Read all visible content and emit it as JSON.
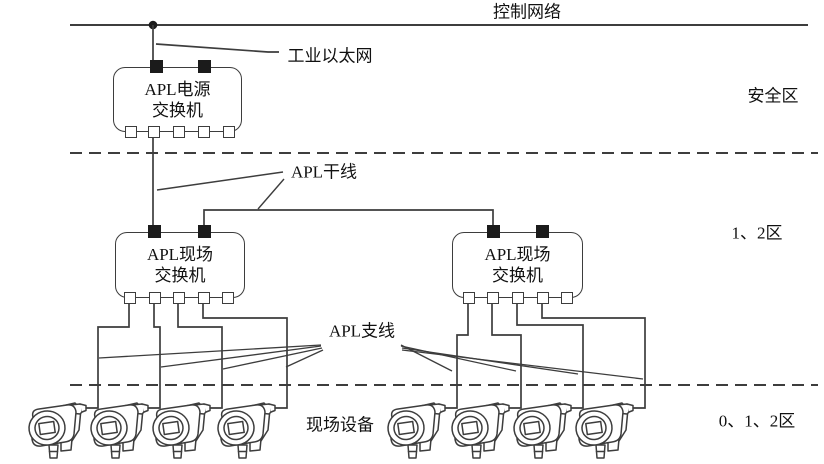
{
  "labels": {
    "control_network": "控制网络",
    "industrial_ethernet": "工业以太网",
    "apl_trunk": "APL干线",
    "apl_spur": "APL支线",
    "field_devices": "现场设备"
  },
  "zones": {
    "safety": "安全区",
    "zone_1_2": "1、2区",
    "zone_0_1_2": "0、1、2区"
  },
  "switches": {
    "power": {
      "name_line1": "APL电源",
      "name_line2": "交换机"
    },
    "field_left": {
      "name_line1": "APL现场",
      "name_line2": "交换机"
    },
    "field_right": {
      "name_line1": "APL现场",
      "name_line2": "交换机"
    }
  },
  "devices": {
    "count": 8,
    "icon": "pressure-transmitter-icon"
  },
  "colors": {
    "line": "#3d3d3d",
    "text": "#111111",
    "background": "#ffffff",
    "port_black": "#1b1b1b"
  }
}
